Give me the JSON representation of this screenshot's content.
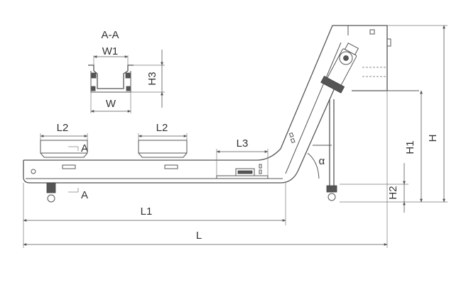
{
  "labels": {
    "section": "A-A",
    "w1": "W1",
    "w": "W",
    "h3": "H3",
    "l2_left": "L2",
    "l2_right": "L2",
    "l3": "L3",
    "a_top": "A",
    "a_bottom": "A",
    "alpha": "α",
    "h1": "H1",
    "h": "H",
    "h2": "H2",
    "l1": "L1",
    "l": "L"
  },
  "colors": {
    "line": "#555555",
    "text": "#333333",
    "background": "#ffffff"
  }
}
